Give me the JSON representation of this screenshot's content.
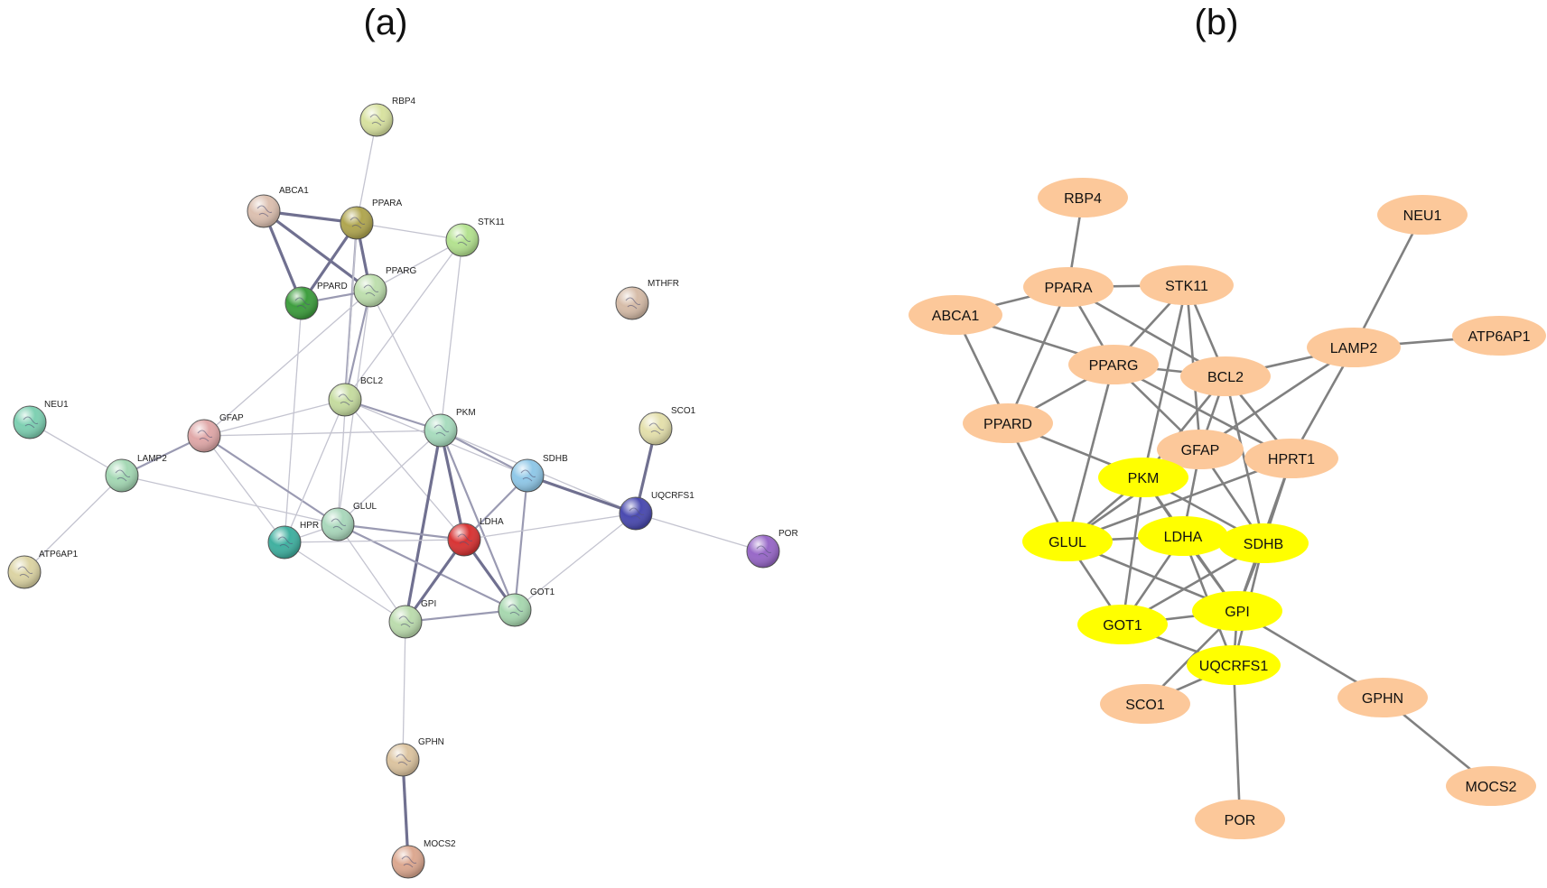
{
  "panels": {
    "a": {
      "label": "(a)"
    },
    "b": {
      "label": "(b)"
    }
  },
  "string_network": {
    "nodes": [
      {
        "id": "RBP4",
        "label": "RBP4",
        "color": "#d8e2a0"
      },
      {
        "id": "ABCA1",
        "label": "ABCA1",
        "color": "#dcc0b0"
      },
      {
        "id": "PPARA",
        "label": "PPARA",
        "color": "#b0a650"
      },
      {
        "id": "STK11",
        "label": "STK11",
        "color": "#b4e290"
      },
      {
        "id": "PPARD",
        "label": "PPARD",
        "color": "#3e9e3e"
      },
      {
        "id": "PPARG",
        "label": "PPARG",
        "color": "#bedfae"
      },
      {
        "id": "MTHFR",
        "label": "MTHFR",
        "color": "#d6bca8"
      },
      {
        "id": "NEU1",
        "label": "NEU1",
        "color": "#7ed0b2"
      },
      {
        "id": "BCL2",
        "label": "BCL2",
        "color": "#c6dca0"
      },
      {
        "id": "GFAP",
        "label": "GFAP",
        "color": "#e0a8a8"
      },
      {
        "id": "PKM",
        "label": "PKM",
        "color": "#a8dcbe"
      },
      {
        "id": "SCO1",
        "label": "SCO1",
        "color": "#e4e0ac"
      },
      {
        "id": "LAMP2",
        "label": "LAMP2",
        "color": "#a4d8b4"
      },
      {
        "id": "SDHB",
        "label": "SDHB",
        "color": "#90c8e8"
      },
      {
        "id": "UQCRFS1",
        "label": "UQCRFS1",
        "color": "#4a4ab0"
      },
      {
        "id": "GLUL",
        "label": "GLUL",
        "color": "#aad8bc"
      },
      {
        "id": "HPRT1",
        "label": "HPR",
        "color": "#40b0a0"
      },
      {
        "id": "LDHA",
        "label": "LDHA",
        "color": "#d83434"
      },
      {
        "id": "POR",
        "label": "POR",
        "color": "#9868c8"
      },
      {
        "id": "ATP6AP1",
        "label": "ATP6AP1",
        "color": "#dcd4a4"
      },
      {
        "id": "GPI",
        "label": "GPI",
        "color": "#bcdcae"
      },
      {
        "id": "GOT1",
        "label": "GOT1",
        "color": "#a8d8b0"
      },
      {
        "id": "GPHN",
        "label": "GPHN",
        "color": "#dcc4a0"
      },
      {
        "id": "MOCS2",
        "label": "MOCS2",
        "color": "#dca890"
      }
    ],
    "edges": [
      [
        "RBP4",
        "PPARA",
        1
      ],
      [
        "ABCA1",
        "PPARA",
        3
      ],
      [
        "ABCA1",
        "PPARD",
        3
      ],
      [
        "ABCA1",
        "PPARG",
        3
      ],
      [
        "PPARA",
        "PPARD",
        3
      ],
      [
        "PPARA",
        "PPARG",
        3
      ],
      [
        "PPARA",
        "STK11",
        1
      ],
      [
        "PPARA",
        "BCL2",
        2
      ],
      [
        "PPARA",
        "GLUL",
        1
      ],
      [
        "PPARD",
        "PPARG",
        2
      ],
      [
        "PPARD",
        "HPRT1",
        1
      ],
      [
        "PPARG",
        "STK11",
        1
      ],
      [
        "PPARG",
        "BCL2",
        2
      ],
      [
        "PPARG",
        "PKM",
        1
      ],
      [
        "PPARG",
        "GFAP",
        1
      ],
      [
        "PPARG",
        "GLUL",
        1
      ],
      [
        "STK11",
        "BCL2",
        1
      ],
      [
        "STK11",
        "PKM",
        1
      ],
      [
        "NEU1",
        "LAMP2",
        1
      ],
      [
        "LAMP2",
        "ATP6AP1",
        1
      ],
      [
        "LAMP2",
        "GFAP",
        2
      ],
      [
        "LAMP2",
        "GLUL",
        1
      ],
      [
        "GFAP",
        "BCL2",
        1
      ],
      [
        "GFAP",
        "GLUL",
        2
      ],
      [
        "GFAP",
        "HPRT1",
        1
      ],
      [
        "GFAP",
        "PKM",
        1
      ],
      [
        "BCL2",
        "PKM",
        2
      ],
      [
        "BCL2",
        "LDHA",
        1
      ],
      [
        "BCL2",
        "SDHB",
        1
      ],
      [
        "BCL2",
        "HPRT1",
        1
      ],
      [
        "PKM",
        "LDHA",
        3
      ],
      [
        "PKM",
        "GPI",
        3
      ],
      [
        "PKM",
        "SDHB",
        2
      ],
      [
        "PKM",
        "UQCRFS1",
        1
      ],
      [
        "PKM",
        "GOT1",
        2
      ],
      [
        "PKM",
        "GLUL",
        1
      ],
      [
        "SCO1",
        "UQCRFS1",
        3
      ],
      [
        "SDHB",
        "UQCRFS1",
        3
      ],
      [
        "SDHB",
        "GOT1",
        2
      ],
      [
        "SDHB",
        "LDHA",
        2
      ],
      [
        "UQCRFS1",
        "POR",
        1
      ],
      [
        "UQCRFS1",
        "GOT1",
        1
      ],
      [
        "UQCRFS1",
        "LDHA",
        1
      ],
      [
        "GLUL",
        "HPRT1",
        1
      ],
      [
        "GLUL",
        "LDHA",
        2
      ],
      [
        "GLUL",
        "GPI",
        1
      ],
      [
        "GLUL",
        "GOT1",
        2
      ],
      [
        "HPRT1",
        "LDHA",
        1
      ],
      [
        "HPRT1",
        "GPI",
        1
      ],
      [
        "LDHA",
        "GPI",
        3
      ],
      [
        "LDHA",
        "GOT1",
        3
      ],
      [
        "GPI",
        "GOT1",
        2
      ],
      [
        "GPI",
        "GPHN",
        1
      ],
      [
        "GPHN",
        "MOCS2",
        3
      ]
    ]
  },
  "cyto_network": {
    "hub_color": "#ffff00",
    "node_color": "#fcc89a",
    "nodes": [
      {
        "id": "RBP4",
        "label": "RBP4",
        "hub": false
      },
      {
        "id": "NEU1",
        "label": "NEU1",
        "hub": false
      },
      {
        "id": "PPARA",
        "label": "PPARA",
        "hub": false
      },
      {
        "id": "STK11",
        "label": "STK11",
        "hub": false
      },
      {
        "id": "ABCA1",
        "label": "ABCA1",
        "hub": false
      },
      {
        "id": "LAMP2",
        "label": "LAMP2",
        "hub": false
      },
      {
        "id": "ATP6AP1",
        "label": "ATP6AP1",
        "hub": false
      },
      {
        "id": "PPARG",
        "label": "PPARG",
        "hub": false
      },
      {
        "id": "BCL2",
        "label": "BCL2",
        "hub": false
      },
      {
        "id": "PPARD",
        "label": "PPARD",
        "hub": false
      },
      {
        "id": "GFAP",
        "label": "GFAP",
        "hub": false
      },
      {
        "id": "HPRT1",
        "label": "HPRT1",
        "hub": false
      },
      {
        "id": "PKM",
        "label": "PKM",
        "hub": true
      },
      {
        "id": "GLUL",
        "label": "GLUL",
        "hub": true
      },
      {
        "id": "LDHA",
        "label": "LDHA",
        "hub": true
      },
      {
        "id": "SDHB",
        "label": "SDHB",
        "hub": true
      },
      {
        "id": "GPI",
        "label": "GPI",
        "hub": true
      },
      {
        "id": "GOT1",
        "label": "GOT1",
        "hub": true
      },
      {
        "id": "UQCRFS1",
        "label": "UQCRFS1",
        "hub": true
      },
      {
        "id": "SCO1",
        "label": "SCO1",
        "hub": false
      },
      {
        "id": "GPHN",
        "label": "GPHN",
        "hub": false
      },
      {
        "id": "MOCS2",
        "label": "MOCS2",
        "hub": false
      },
      {
        "id": "POR",
        "label": "POR",
        "hub": false
      }
    ],
    "edges": [
      [
        "RBP4",
        "PPARA"
      ],
      [
        "ABCA1",
        "PPARA"
      ],
      [
        "ABCA1",
        "PPARD"
      ],
      [
        "ABCA1",
        "PPARG"
      ],
      [
        "PPARA",
        "STK11"
      ],
      [
        "PPARA",
        "PPARG"
      ],
      [
        "PPARA",
        "BCL2"
      ],
      [
        "PPARA",
        "PPARD"
      ],
      [
        "STK11",
        "PPARG"
      ],
      [
        "STK11",
        "BCL2"
      ],
      [
        "STK11",
        "GFAP"
      ],
      [
        "STK11",
        "PKM"
      ],
      [
        "PPARG",
        "BCL2"
      ],
      [
        "PPARG",
        "PPARD"
      ],
      [
        "PPARG",
        "GFAP"
      ],
      [
        "PPARG",
        "HPRT1"
      ],
      [
        "PPARG",
        "GLUL"
      ],
      [
        "BCL2",
        "LAMP2"
      ],
      [
        "BCL2",
        "GFAP"
      ],
      [
        "BCL2",
        "HPRT1"
      ],
      [
        "BCL2",
        "PKM"
      ],
      [
        "BCL2",
        "SDHB"
      ],
      [
        "NEU1",
        "LAMP2"
      ],
      [
        "LAMP2",
        "ATP6AP1"
      ],
      [
        "LAMP2",
        "GFAP"
      ],
      [
        "LAMP2",
        "HPRT1"
      ],
      [
        "PPARD",
        "PKM"
      ],
      [
        "PPARD",
        "GLUL"
      ],
      [
        "GFAP",
        "GLUL"
      ],
      [
        "GFAP",
        "LDHA"
      ],
      [
        "GFAP",
        "SDHB"
      ],
      [
        "HPRT1",
        "GLUL"
      ],
      [
        "HPRT1",
        "GPI"
      ],
      [
        "HPRT1",
        "SDHB"
      ],
      [
        "PKM",
        "GLUL"
      ],
      [
        "PKM",
        "LDHA"
      ],
      [
        "PKM",
        "SDHB"
      ],
      [
        "PKM",
        "GPI"
      ],
      [
        "PKM",
        "GOT1"
      ],
      [
        "GLUL",
        "LDHA"
      ],
      [
        "GLUL",
        "GOT1"
      ],
      [
        "GLUL",
        "GPI"
      ],
      [
        "LDHA",
        "SDHB"
      ],
      [
        "LDHA",
        "GPI"
      ],
      [
        "LDHA",
        "GOT1"
      ],
      [
        "LDHA",
        "UQCRFS1"
      ],
      [
        "SDHB",
        "GPI"
      ],
      [
        "SDHB",
        "GOT1"
      ],
      [
        "SDHB",
        "UQCRFS1"
      ],
      [
        "GPI",
        "GOT1"
      ],
      [
        "GPI",
        "UQCRFS1"
      ],
      [
        "GPI",
        "GPHN"
      ],
      [
        "GPI",
        "SCO1"
      ],
      [
        "GOT1",
        "UQCRFS1"
      ],
      [
        "UQCRFS1",
        "SCO1"
      ],
      [
        "UQCRFS1",
        "POR"
      ],
      [
        "GPHN",
        "MOCS2"
      ]
    ]
  }
}
